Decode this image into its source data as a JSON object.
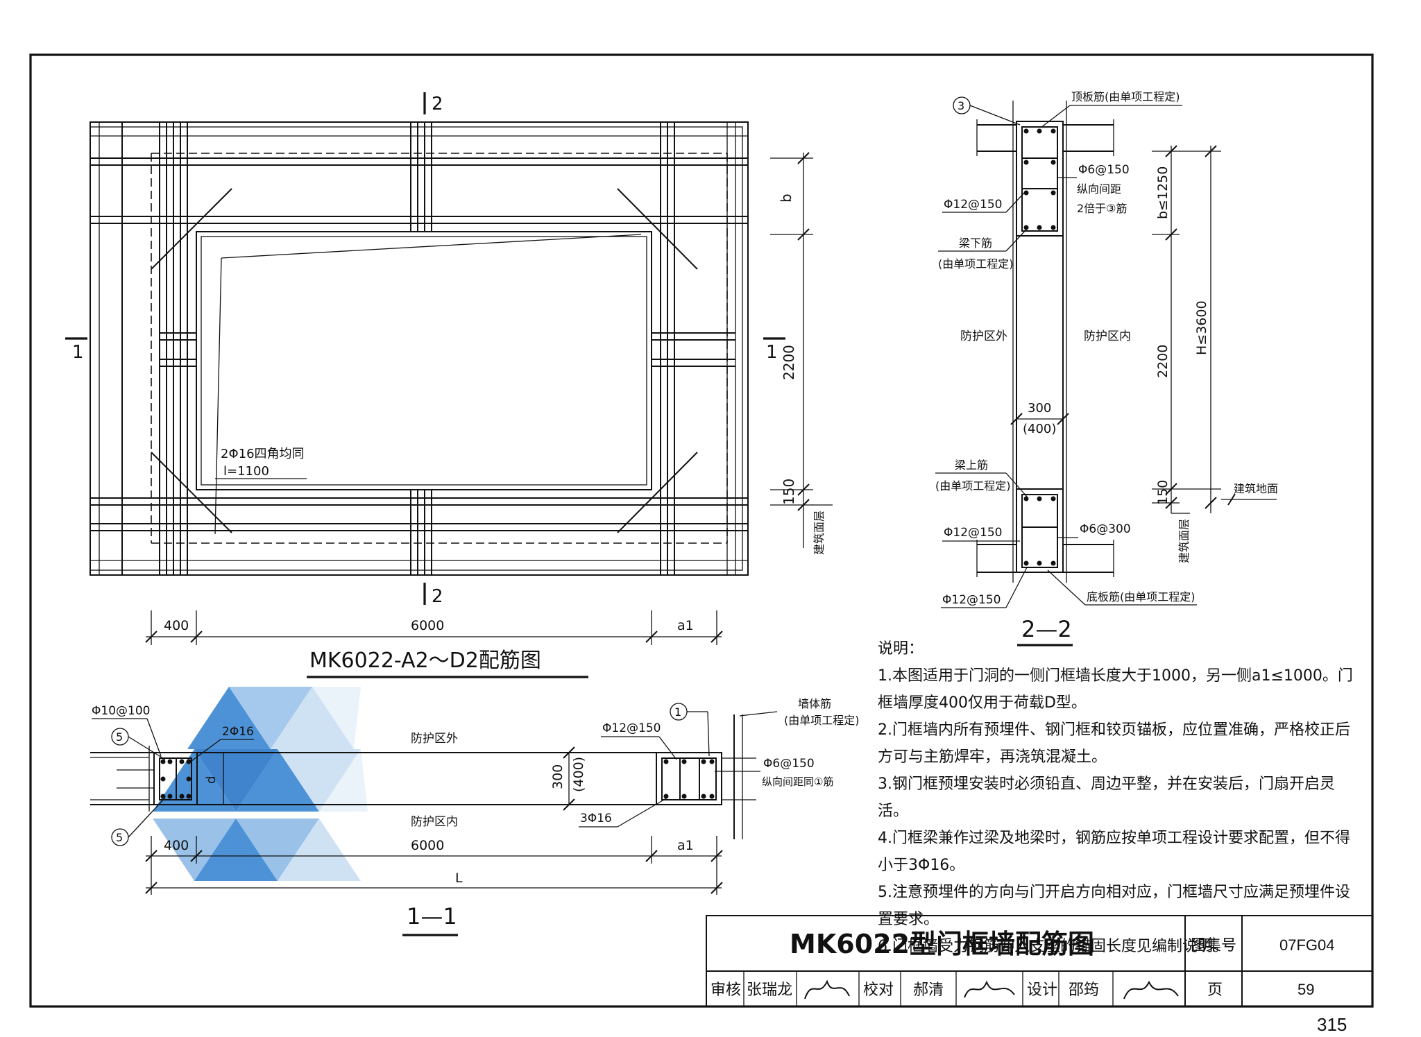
{
  "drawing": {
    "elevation_title": "MK6022-A2～D2配筋图",
    "section_1_title": "1—1",
    "section_2_title": "2—2",
    "section_marks": {
      "top": "2",
      "bottom": "2",
      "left": "1",
      "right": "1"
    },
    "elevation_dims": {
      "b": "b",
      "h2200": "2200",
      "h150": "150",
      "w400": "400",
      "w6000": "6000",
      "wa1": "a1",
      "floor": "建筑面层"
    },
    "elevation_note": {
      "line1": "2Φ16四角均同",
      "line2": "l=1100"
    },
    "section1": {
      "rebar_left_top": "Φ10@100",
      "mark5a": "5",
      "mark5b": "5",
      "rebar_2phi16": "2Φ16",
      "dim_d": "d",
      "outside": "防护区外",
      "inside": "防护区内",
      "dim_300": "300",
      "dim_400p": "(400)",
      "rebar_12_150": "Φ12@150",
      "rebar_3phi16": "3Φ16",
      "mark1": "1",
      "wall_rebar": "墙体筋",
      "wall_rebar_note": "(由单项工程定)",
      "rebar_6_150": "Φ6@150",
      "spacing_note": "纵向间距同①筋",
      "dim_400": "400",
      "dim_6000": "6000",
      "dim_a1": "a1",
      "dim_L": "L"
    },
    "section2": {
      "mark3": "3",
      "top_slab": "顶板筋(由单项工程定)",
      "rebar_6_150": "Φ6@150",
      "spacing1": "纵向间距",
      "spacing2": "2倍于③筋",
      "rebar_12_150_a": "Φ12@150",
      "beam_bottom": "梁下筋",
      "beam_bottom_note": "(由单项工程定)",
      "outside": "防护区外",
      "inside": "防护区内",
      "b1250": "b≤1250",
      "h3600": "H≤3600",
      "h2200": "2200",
      "w300": "300",
      "w400": "(400)",
      "beam_top": "梁上筋",
      "beam_top_note": "(由单项工程定)",
      "h150": "150",
      "ground": "建筑地面",
      "rebar_12_150_b": "Φ12@150",
      "rebar_6_300": "Φ6@300",
      "floor": "建筑面层",
      "rebar_12_150_c": "Φ12@150",
      "bottom_slab": "底板筋(由单项工程定)"
    }
  },
  "notes": {
    "heading": "说明：",
    "items": [
      "1.本图适用于门洞的一侧门框墙长度大于1000，另一侧a1≤1000。门框墙厚度400仅用于荷载D型。",
      "2.门框墙内所有预埋件、钢门框和铰页锚板，应位置准确，严格校正后方可与主筋焊牢，再浇筑混凝土。",
      "3.钢门框预埋安装时必须铅直、周边平整，并在安装后，门扇开启灵活。",
      "4.门框梁兼作过梁及地梁时，钢筋应按单项工程设计要求配置，但不得小于3Φ16。",
      "5.注意预埋件的方向与门开启方向相对应，门框墙尺寸应满足预埋件设置要求。",
      "6.门框墙受力钢筋伸入支座的锚固长度见编制说明。"
    ]
  },
  "title_block": {
    "title": "MK6022型门框墙配筋图",
    "atlas_label": "图集号",
    "atlas_no": "07FG04",
    "page_label": "页",
    "page_no": "59",
    "review_label": "审核",
    "review_name": "张瑞龙",
    "check_label": "校对",
    "check_name": "郝清",
    "design_label": "设计",
    "design_name": "邵筠"
  },
  "page_number": "315",
  "colors": {
    "ink": "#111111",
    "watermark": "#2f7fd0"
  }
}
